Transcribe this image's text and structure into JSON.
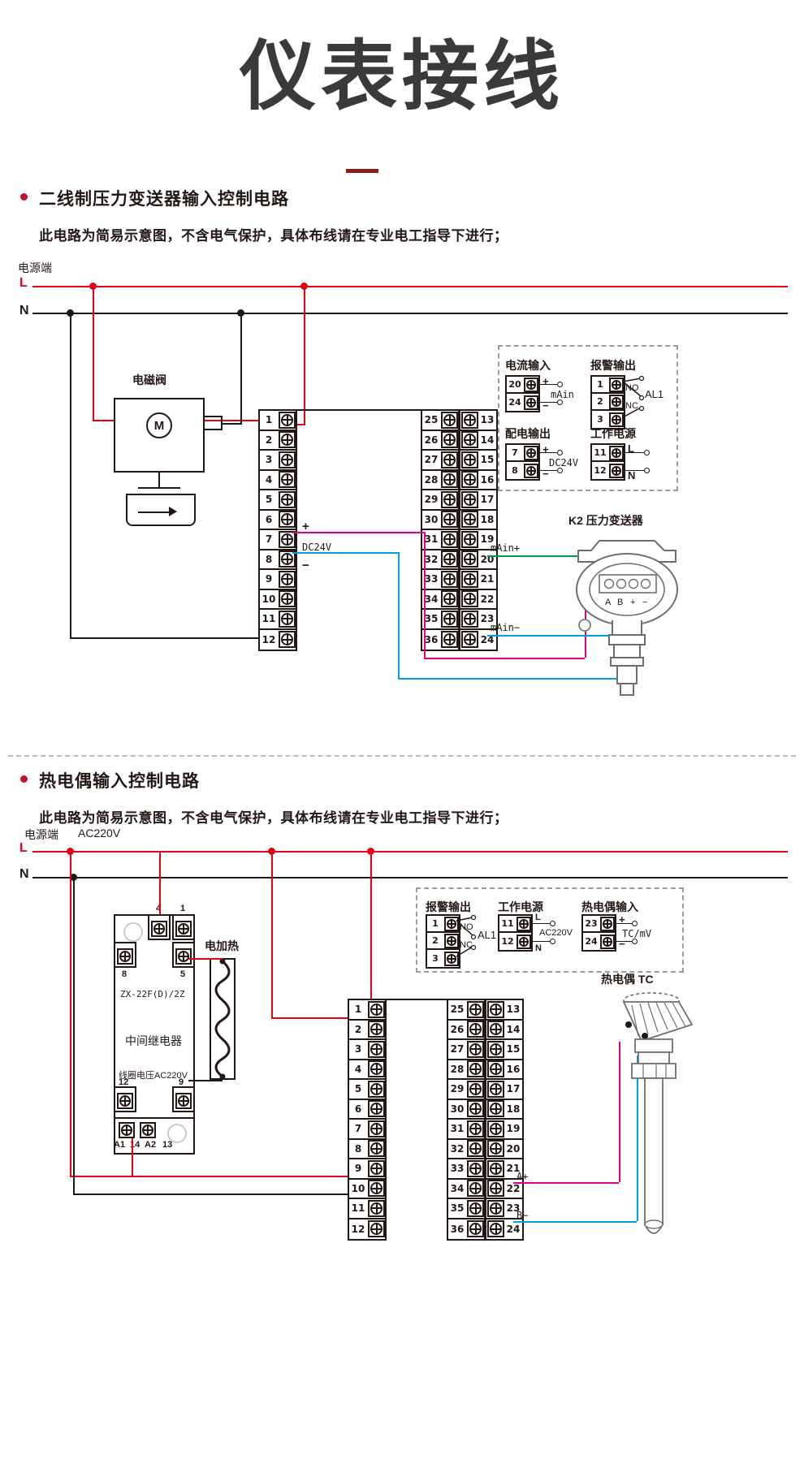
{
  "header": {
    "title": "仪表接线"
  },
  "section1": {
    "heading": "二线制压力变送器输入控制电路",
    "subheading": "此电路为简易示意图，不含电气保护，具体布线请在专业电工指导下进行；",
    "power_label": "电源端",
    "line_L": "L",
    "line_N": "N",
    "solenoid_label": "电磁阀",
    "motor_label": "M",
    "dc24v_label": "DC24V",
    "plus": "+",
    "minus": "−",
    "transmitter_title": "K2  压力变送器",
    "transmitter_terminals": [
      "A",
      "B",
      "+",
      "−"
    ],
    "main_plus": "mAin+",
    "main_minus": "mAin−",
    "legend": {
      "current_input": {
        "title": "电流输入",
        "terminals": [
          "20",
          "24"
        ],
        "signal": "mAin",
        "plus": "+",
        "minus": "−"
      },
      "alarm_output": {
        "title": "报警输出",
        "terminals": [
          "1",
          "2",
          "3"
        ],
        "no": "NO",
        "nc": "NC",
        "name": "AL1"
      },
      "dist_output": {
        "title": "配电输出",
        "terminals": [
          "7",
          "8"
        ],
        "signal": "DC24V",
        "plus": "+",
        "minus": "−"
      },
      "work_power": {
        "title": "工作电源",
        "terminals": [
          "11",
          "12"
        ],
        "L": "L",
        "N": "N"
      }
    },
    "strip_left": [
      "1",
      "2",
      "3",
      "4",
      "5",
      "6",
      "7",
      "8",
      "9",
      "10",
      "11",
      "12"
    ],
    "strip_mid": [
      "25",
      "26",
      "27",
      "28",
      "29",
      "30",
      "31",
      "32",
      "33",
      "34",
      "35",
      "36"
    ],
    "strip_right": [
      "13",
      "14",
      "15",
      "16",
      "17",
      "18",
      "19",
      "20",
      "21",
      "22",
      "23",
      "24"
    ]
  },
  "section2": {
    "heading": "热电偶输入控制电路",
    "subheading": "此电路为简易示意图，不含电气保护，具体布线请在专业电工指导下进行；",
    "power_label": "电源端",
    "power_voltage": "AC220V",
    "line_L": "L",
    "line_N": "N",
    "heater_label": "电加热",
    "relay": {
      "model": "ZX-22F(D)/2Z",
      "name": "中间继电器",
      "coil": "线圈电压AC220V",
      "top_terminals": [
        "4",
        "1"
      ],
      "mid_terminals": [
        "8",
        "5"
      ],
      "bottom_terminals": [
        "12",
        "9"
      ],
      "coil_terminals": [
        "A1",
        "14",
        "A2",
        "13"
      ]
    },
    "thermocouple_title": "热电偶  TC",
    "a_plus": "A+",
    "b_minus": "B−",
    "legend": {
      "alarm_output": {
        "title": "报警输出",
        "terminals": [
          "1",
          "2",
          "3"
        ],
        "no": "NO",
        "nc": "NC",
        "name": "AL1"
      },
      "work_power": {
        "title": "工作电源",
        "terminals": [
          "11",
          "12"
        ],
        "L": "L",
        "N": "N",
        "voltage": "AC220V"
      },
      "tc_input": {
        "title": "热电偶输入",
        "terminals": [
          "23",
          "24"
        ],
        "signal": "TC/mV",
        "plus": "+",
        "minus": "−"
      }
    },
    "strip_left": [
      "1",
      "2",
      "3",
      "4",
      "5",
      "6",
      "7",
      "8",
      "9",
      "10",
      "11",
      "12"
    ],
    "strip_mid": [
      "25",
      "26",
      "27",
      "28",
      "29",
      "30",
      "31",
      "32",
      "33",
      "34",
      "35",
      "36"
    ],
    "strip_right": [
      "13",
      "14",
      "15",
      "16",
      "17",
      "18",
      "19",
      "20",
      "21",
      "22",
      "23",
      "24"
    ]
  },
  "colors": {
    "accent_red": "#c8102e",
    "wire_red": "#e60012",
    "wire_magenta": "#e4007f",
    "wire_cyan": "#00a0e9",
    "wire_green": "#009944",
    "wire_black": "#1a1a1a",
    "title_gray": "#3a3a3a",
    "rule_dark_red": "#8c1f15"
  }
}
